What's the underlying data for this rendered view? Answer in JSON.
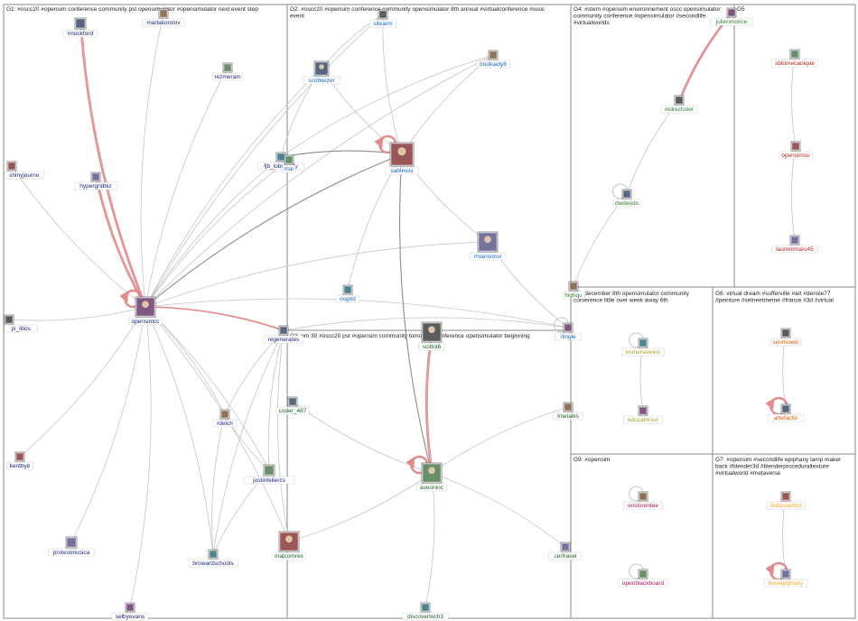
{
  "colors": {
    "edge": "#c4c4c4",
    "edge_strong": "#8c8c8c",
    "edge_reply": "#e38a8a",
    "panel_border": "#8a8a8a"
  },
  "groups": [
    {
      "id": "G1",
      "label": "G1: #oscc20 #opensim conference community pst opensimulator #opensimulator next event step",
      "label2": "",
      "color": "#1a237e"
    },
    {
      "id": "G2",
      "label": "G2: #oscc20 #opensim conference community opensimulator 8th annual #virtualconference music",
      "label2": "event",
      "color": "#1565c0"
    },
    {
      "id": "G3",
      "label": "G3: pm 30 #oscc20 pst #opensim community tomorrow conference opensimulator beginning",
      "label2": "",
      "color": "#1b5e20"
    },
    {
      "id": "G4",
      "label": "G4: #stem #opensim environnement oscc opensimulator",
      "label2": "community conference #opensimulator #secondlife",
      "label3": "#virtualworlds",
      "color": "#2e7d32"
    },
    {
      "id": "G5",
      "label": "G5",
      "label2": "",
      "color": "#b71c1c"
    },
    {
      "id": "G8",
      "label": "G8: december 8th opensimulator community",
      "label2": "conference little over week away 6th",
      "color": "#9e9d24"
    },
    {
      "id": "G6",
      "label": "G6: virtual dream #sufferville #art #densle77",
      "label2": "#peinture #selneetmerne #france #3d #virtual",
      "color": "#e65100"
    },
    {
      "id": "G9",
      "label": "G9: #opensim",
      "label2": "",
      "color": "#ad1457"
    },
    {
      "id": "G7",
      "label": "G7: #opensim #secondlife epiphany lamp maker",
      "label2": "back #blender3d #blenderproceduraltexture",
      "label3": "#virtualworld #metaverse",
      "color": "#f9a825"
    }
  ],
  "nodes": [
    {
      "id": "lmockford",
      "label": "lmockford",
      "group": "G1",
      "color": "#1a237e"
    },
    {
      "id": "marlakorolov",
      "label": "marlakorolov",
      "group": "G1",
      "color": "#1a237e"
    },
    {
      "id": "rezmeram",
      "label": "rezmeram",
      "group": "G1",
      "color": "#1a237e"
    },
    {
      "id": "shinyjourno",
      "label": "shinyjourno",
      "group": "G1",
      "color": "#1a237e"
    },
    {
      "id": "hypergridbiz",
      "label": "hypergridbiz",
      "group": "G1",
      "color": "#1a237e"
    },
    {
      "id": "fjb_lobowolfy",
      "label": "fjb_lobowolfy",
      "group": "G1",
      "color": "#1a237e"
    },
    {
      "id": "opensimcc",
      "label": "opensimcc",
      "group": "G1",
      "color": "#1a237e"
    },
    {
      "id": "pi_lilios",
      "label": "pi_lilios",
      "group": "G1",
      "color": "#1a237e"
    },
    {
      "id": "regenerates",
      "label": "regenerates",
      "group": "G1",
      "color": "#1a237e"
    },
    {
      "id": "rdelch",
      "label": "rdelch",
      "group": "G1",
      "color": "#1a237e"
    },
    {
      "id": "justinfellercs",
      "label": "justinfellercs",
      "group": "G1",
      "color": "#1a237e"
    },
    {
      "id": "kentbye",
      "label": "kentbye",
      "group": "G1",
      "color": "#1a237e"
    },
    {
      "id": "protestmusica",
      "label": "protestmusica",
      "group": "G1",
      "color": "#1a237e"
    },
    {
      "id": "browardschools",
      "label": "browardschools",
      "group": "G1",
      "color": "#1a237e"
    },
    {
      "id": "selbyevans",
      "label": "selbyevans",
      "group": "G1",
      "color": "#1a237e"
    },
    {
      "id": "sitearm",
      "label": "sitearm",
      "group": "G2",
      "color": "#1565c0"
    },
    {
      "id": "scobleizer",
      "label": "scobleizer",
      "group": "G2",
      "color": "#1565c0"
    },
    {
      "id": "bookiady8",
      "label": "bookiady8",
      "group": "G2",
      "color": "#1565c0"
    },
    {
      "id": "mar",
      "label": "mar",
      "group": "G2",
      "color": "#1565c0"
    },
    {
      "id": "sablevisi",
      "label": "sablevisi",
      "group": "G2",
      "color": "#1565c0"
    },
    {
      "id": "rhiannonsl",
      "label": "rhiannonsl",
      "group": "G2",
      "color": "#1565c0"
    },
    {
      "id": "osgrid",
      "label": "osgrid",
      "group": "G2",
      "color": "#1565c0"
    },
    {
      "id": "rlingle",
      "label": "rlingle",
      "group": "G2",
      "color": "#1565c0"
    },
    {
      "id": "scibot6",
      "label": "scibot6",
      "group": "G3",
      "color": "#1b5e20"
    },
    {
      "id": "coder_487",
      "label": "coder_487",
      "group": "G3",
      "color": "#1b5e20"
    },
    {
      "id": "lmetalks",
      "label": "lmetalks",
      "group": "G3",
      "color": "#1b5e20"
    },
    {
      "id": "aveoninc",
      "label": "aveoninc",
      "group": "G3",
      "color": "#1b5e20"
    },
    {
      "id": "malcomrex",
      "label": "malcomrex",
      "group": "G3",
      "color": "#1b5e20"
    },
    {
      "id": "cerfravel",
      "label": "cerfravel",
      "group": "G3",
      "color": "#1b5e20"
    },
    {
      "id": "discovertech3",
      "label": "discovertech3",
      "group": "G3",
      "color": "#1b5e20"
    },
    {
      "id": "julienmorice",
      "label": "julienmorice",
      "group": "G4",
      "color": "#2e7d32"
    },
    {
      "id": "mdrechsler",
      "label": "mdrechsler",
      "group": "G4",
      "color": "#2e7d32"
    },
    {
      "id": "dwdeeds",
      "label": "dwdeeds",
      "group": "G4",
      "color": "#2e7d32"
    },
    {
      "id": "highqu",
      "label": "highqu",
      "group": "G4",
      "color": "#2e7d32"
    },
    {
      "id": "sblomecanique",
      "label": "sblomecanique",
      "group": "G5",
      "color": "#b71c1c"
    },
    {
      "id": "opensimsu",
      "label": "opensimsu",
      "group": "G5",
      "color": "#b71c1c"
    },
    {
      "id": "laurentmarc45",
      "label": "laurentmarc45",
      "group": "G5",
      "color": "#b71c1c"
    },
    {
      "id": "immersiveinn",
      "label": "immersiveinn",
      "group": "G8",
      "color": "#9e9d24"
    },
    {
      "id": "educatorsvr",
      "label": "educatorsvr",
      "group": "G8",
      "color": "#9e9d24"
    },
    {
      "id": "sesmowin",
      "label": "sesmowin",
      "group": "G6",
      "color": "#e65100"
    },
    {
      "id": "artefactix",
      "label": "artefactix",
      "group": "G6",
      "color": "#e65100"
    },
    {
      "id": "enslorentee",
      "label": "enslorentee",
      "group": "G9",
      "color": "#ad1457"
    },
    {
      "id": "openblackboard",
      "label": "openblackboard",
      "group": "G9",
      "color": "#ad1457"
    },
    {
      "id": "3drenderbot",
      "label": "3drenderbot",
      "group": "G7",
      "color": "#f9a825"
    },
    {
      "id": "timeepiphany",
      "label": "timeepiphany",
      "group": "G7",
      "color": "#f9a825"
    }
  ],
  "edges": [
    {
      "source": "lmockford",
      "target": "opensimcc",
      "kind": "reply"
    },
    {
      "source": "hypergridbiz",
      "target": "opensimcc",
      "kind": "reply"
    },
    {
      "source": "marlakorolov",
      "target": "opensimcc",
      "kind": "plain"
    },
    {
      "source": "rezmeram",
      "target": "opensimcc",
      "kind": "plain"
    },
    {
      "source": "shinyjourno",
      "target": "opensimcc",
      "kind": "plain"
    },
    {
      "source": "fjb_lobowolfy",
      "target": "opensimcc",
      "kind": "plain"
    },
    {
      "source": "pi_lilios",
      "target": "opensimcc",
      "kind": "plain"
    },
    {
      "source": "regenerates",
      "target": "opensimcc",
      "kind": "reply"
    },
    {
      "source": "rdelch",
      "target": "opensimcc",
      "kind": "plain"
    },
    {
      "source": "justinfellercs",
      "target": "opensimcc",
      "kind": "plain"
    },
    {
      "source": "kentbye",
      "target": "opensimcc",
      "kind": "plain"
    },
    {
      "source": "protestmusica",
      "target": "opensimcc",
      "kind": "plain"
    },
    {
      "source": "browardschools",
      "target": "opensimcc",
      "kind": "plain"
    },
    {
      "source": "selbyevans",
      "target": "opensimcc",
      "kind": "plain"
    },
    {
      "source": "malcomrex",
      "target": "opensimcc",
      "kind": "plain"
    },
    {
      "source": "sablevisi",
      "target": "opensimcc",
      "kind": "strong"
    },
    {
      "source": "scobleizer",
      "target": "opensimcc",
      "kind": "plain"
    },
    {
      "source": "bookiady8",
      "target": "opensimcc",
      "kind": "plain"
    },
    {
      "source": "rhiannonsl",
      "target": "opensimcc",
      "kind": "plain"
    },
    {
      "source": "rlingle",
      "target": "opensimcc",
      "kind": "plain"
    },
    {
      "source": "sitearm",
      "target": "opensimcc",
      "kind": "plain"
    },
    {
      "source": "mar",
      "target": "opensimcc",
      "kind": "plain"
    },
    {
      "source": "rdelch",
      "target": "justinfellercs",
      "kind": "plain"
    },
    {
      "source": "regenerates",
      "target": "rdelch",
      "kind": "plain"
    },
    {
      "source": "regenerates",
      "target": "browardschools",
      "kind": "plain"
    },
    {
      "source": "justinfellercs",
      "target": "browardschools",
      "kind": "plain"
    },
    {
      "source": "regenerates",
      "target": "justinfellercs",
      "kind": "plain"
    },
    {
      "source": "rdelch",
      "target": "browardschools",
      "kind": "plain"
    },
    {
      "source": "sitearm",
      "target": "scobleizer",
      "kind": "plain"
    },
    {
      "source": "scobleizer",
      "target": "sablevisi",
      "kind": "plain"
    },
    {
      "source": "scobleizer",
      "target": "fjb_lobowolfy",
      "kind": "plain"
    },
    {
      "source": "bookiady8",
      "target": "fjb_lobowolfy",
      "kind": "plain"
    },
    {
      "source": "sitearm",
      "target": "sablevisi",
      "kind": "plain"
    },
    {
      "source": "bookiady8",
      "target": "sablevisi",
      "kind": "plain"
    },
    {
      "source": "sablevisi",
      "target": "rhiannonsl",
      "kind": "plain"
    },
    {
      "source": "sablevisi",
      "target": "osgrid",
      "kind": "plain"
    },
    {
      "source": "sablevisi",
      "target": "aveoninc",
      "kind": "strong"
    },
    {
      "source": "sablevisi",
      "target": "fjb_lobowolfy",
      "kind": "strong"
    },
    {
      "source": "rhiannonsl",
      "target": "rlingle",
      "kind": "plain"
    },
    {
      "source": "scibot6",
      "target": "aveoninc",
      "kind": "reply"
    },
    {
      "source": "coder_487",
      "target": "aveoninc",
      "kind": "plain"
    },
    {
      "source": "lmetalks",
      "target": "aveoninc",
      "kind": "plain"
    },
    {
      "source": "malcomrex",
      "target": "aveoninc",
      "kind": "plain"
    },
    {
      "source": "cerfravel",
      "target": "aveoninc",
      "kind": "plain"
    },
    {
      "source": "discovertech3",
      "target": "aveoninc",
      "kind": "plain"
    },
    {
      "source": "regenerates",
      "target": "malcomrex",
      "kind": "plain"
    },
    {
      "source": "rlingle",
      "target": "regenerates",
      "kind": "plain"
    },
    {
      "source": "julienmorice",
      "target": "mdrechsler",
      "kind": "reply"
    },
    {
      "source": "mdrechsler",
      "target": "dwdeeds",
      "kind": "plain"
    },
    {
      "source": "dwdeeds",
      "target": "highqu",
      "kind": "plain"
    },
    {
      "source": "sblomecanique",
      "target": "opensimsu",
      "kind": "plain"
    },
    {
      "source": "opensimsu",
      "target": "laurentmarc45",
      "kind": "plain"
    },
    {
      "source": "immersiveinn",
      "target": "educatorsvr",
      "kind": "plain"
    },
    {
      "source": "sesmowin",
      "target": "artefactix",
      "kind": "plain"
    },
    {
      "source": "3drenderbot",
      "target": "timeepiphany",
      "kind": "plain"
    }
  ],
  "self_loops": [
    "opensimcc",
    "sablevisi",
    "aveoninc",
    "dwdeeds",
    "immersiveinn",
    "artefactix",
    "enslorentee",
    "openblackboard",
    "timeepiphany",
    "rlingle"
  ],
  "reply_loops": [
    "opensimcc",
    "sablevisi",
    "aveoninc",
    "artefactix",
    "timeepiphany"
  ]
}
